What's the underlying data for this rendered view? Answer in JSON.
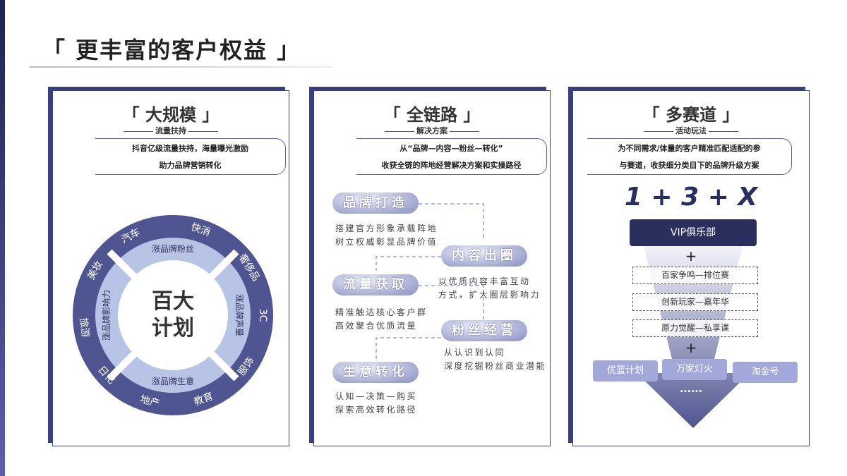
{
  "page": {
    "title": "「 更丰富的客户权益 」"
  },
  "cards": [
    {
      "title": "「 大规模 」",
      "subtitle": "流量扶持",
      "desc": [
        "抖音亿级流量扶持，海量曝光激励",
        "助力品牌营销转化"
      ],
      "wheel": {
        "center": [
          "百大",
          "计划"
        ],
        "inner": [
          "涨品牌粉丝",
          "涨品牌声量",
          "涨品牌生意",
          "涨品牌影响力"
        ],
        "outer": [
          "汽车",
          "快消",
          "奢侈品",
          "3C",
          "服饰",
          "教育",
          "地产",
          "日化",
          "旅游",
          "美妆"
        ]
      }
    },
    {
      "title": "「 全链路 」",
      "subtitle": "解决方案",
      "desc": [
        "从“品牌—内容—粉丝—转化”",
        "收获全链的阵地经营解决方案和实操路径"
      ],
      "steps": [
        {
          "label": "品牌打造",
          "text": [
            "搭建官方形象承载阵地",
            "树立权威彰显品牌价值"
          ]
        },
        {
          "label": "内容出圈",
          "text": [
            "以优质内容丰富互动",
            "方式，扩大圈层影响力"
          ]
        },
        {
          "label": "流量获取",
          "text": [
            "精准触达核心客户群",
            "高效聚合优质流量"
          ]
        },
        {
          "label": "粉丝经营",
          "text": [
            "从认识到认同",
            "深度挖掘粉丝商业潜能"
          ]
        },
        {
          "label": "生意转化",
          "text": [
            "认知—决策—购买",
            "探索高效转化路径"
          ]
        }
      ]
    },
    {
      "title": "「 多赛道 」",
      "subtitle": "活动玩法",
      "desc": [
        "为不同需求/体量的客户精准匹配适配的参",
        "与赛道，收获细分类目下的品牌升级方案"
      ],
      "formula": "1 + 3 + X",
      "vip": "VIP俱乐部",
      "plus": "+",
      "events": [
        "百家争鸣—排位赛",
        "创新玩家—嘉年华",
        "原力觉醒—私享课"
      ],
      "chips": [
        "优蓝计划",
        "万家灯火",
        "淘金号"
      ],
      "more": "......"
    }
  ],
  "colors": {
    "navy": "#2b2f5e",
    "ring": "#4f5590",
    "inner": "#b8c4e6"
  }
}
